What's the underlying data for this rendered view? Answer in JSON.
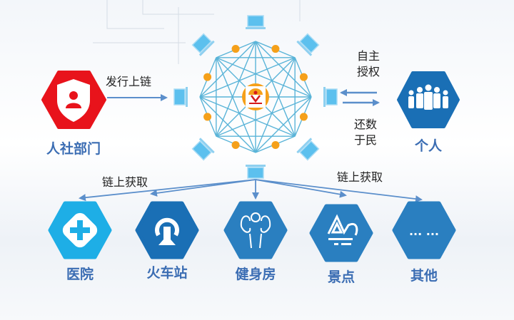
{
  "colors": {
    "red": "#e8131b",
    "blue_dark": "#1a73b8",
    "blue_light": "#1eaee6",
    "network_line": "#5ab4d8",
    "node_orange": "#f5a01a",
    "label_blue": "#3b6db3",
    "arrow": "#5b8fcb"
  },
  "center_logo": {
    "icon": "institution-logo"
  },
  "issuer": {
    "label": "人社部门",
    "icon": "shield-user-icon"
  },
  "issue_arrow_label": "发行上链",
  "person": {
    "label": "个人",
    "icon": "people-group-icon"
  },
  "authorize_label": [
    "自主",
    "授权"
  ],
  "return_label": [
    "还数",
    "于民"
  ],
  "fetch_label_left": "链上获取",
  "fetch_label_right": "链上获取",
  "consumers": [
    {
      "label": "医院",
      "icon": "medical-cross-icon"
    },
    {
      "label": "火车站",
      "icon": "railway-logo-icon"
    },
    {
      "label": "健身房",
      "icon": "muscle-man-icon"
    },
    {
      "label": "景点",
      "icon": "mountain-scenery-icon"
    },
    {
      "label": "其他",
      "icon": "ellipsis-icon"
    }
  ],
  "others_text": "... ..."
}
